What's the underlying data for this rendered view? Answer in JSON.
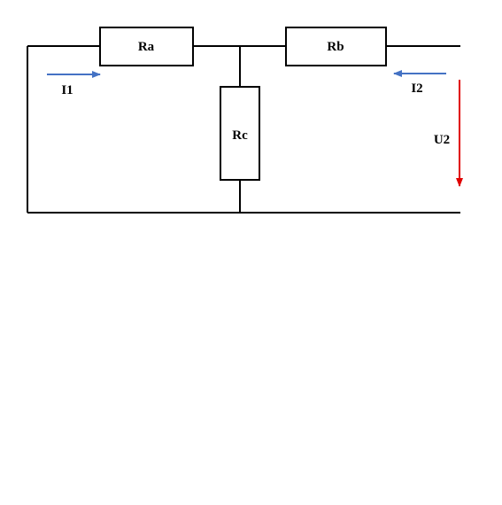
{
  "colors": {
    "wire": "#000000",
    "current_arrow": "#4472c4",
    "voltage_arrow": "#e00000"
  },
  "resistors": {
    "ra": "Ra",
    "rb": "Rb",
    "rc": "Rc"
  },
  "currents": {
    "i1": "I1",
    "i2": "I2"
  },
  "voltages": {
    "u2": "U2"
  }
}
